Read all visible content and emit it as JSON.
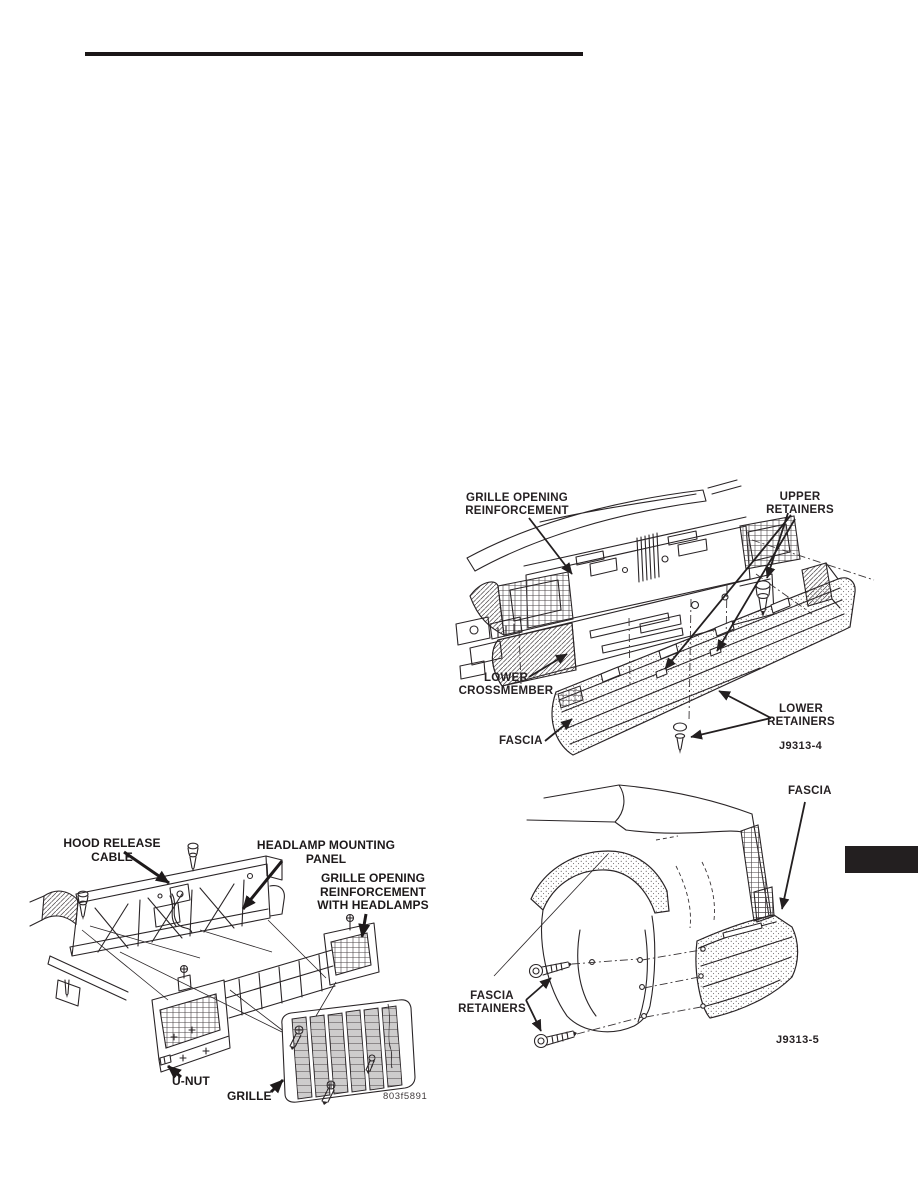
{
  "page": {
    "background": "#ffffff",
    "ink_color": "#262123",
    "top_rule_color": "#1a1617",
    "side_tab_color": "#231f20"
  },
  "figures": {
    "bumper": {
      "code": "J9313-4",
      "labels": {
        "grille_opening_reinforcement": "GRILLE OPENING\nREINFORCEMENT",
        "upper_retainers": "UPPER\nRETAINERS",
        "lower_crossmember": "LOWER\nCROSSMEMBER",
        "fascia": "FASCIA",
        "lower_retainers": "LOWER\nRETAINERS"
      }
    },
    "fender": {
      "code": "J9313-5",
      "labels": {
        "fascia": "FASCIA",
        "fascia_retainers": "FASCIA\nRETAINERS"
      }
    },
    "grille": {
      "code": "803f5891",
      "labels": {
        "hood_release_cable": "HOOD RELEASE\nCABLE",
        "headlamp_mounting_panel": "HEADLAMP MOUNTING\nPANEL",
        "grille_opening_reinforcement_with_headlamps": "GRILLE OPENING\nREINFORCEMENT\nWITH HEADLAMPS",
        "u_nut": "U-NUT",
        "grille": "GRILLE"
      }
    }
  }
}
